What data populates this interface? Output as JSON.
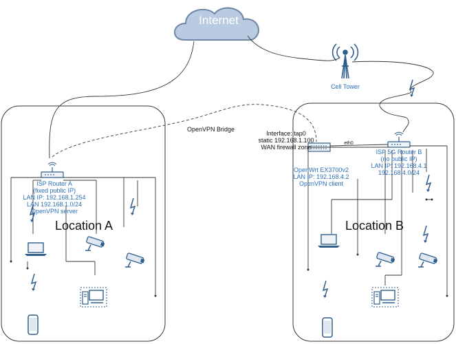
{
  "cloud": {
    "label": "Internet"
  },
  "tower": {
    "label": "Cell Tower"
  },
  "vpn": {
    "label": "OpenVPN Bridge"
  },
  "interface_note": [
    "Interface: tap0",
    "static 192.168.1.100",
    "WAN firewall zone"
  ],
  "eth_label": "eth0",
  "router_a": {
    "lines": [
      "ISP Router A",
      "(fixed public IP)",
      "LAN IP: 192.168.1.254",
      "LAN 192.168.1.0/24",
      "OpenVPN server"
    ]
  },
  "router_b": {
    "lines": [
      "ISP 5G  Router B",
      "(no public IP)",
      "LAN IP: 192.168.4.1",
      "192.168.4.0/24"
    ]
  },
  "openwrt": {
    "lines": [
      "OpenWrt EX3700v2",
      "LAN IP: 192.168.4.2",
      "OpenVPN client"
    ]
  },
  "location_a": {
    "label": "Location A"
  },
  "location_b": {
    "label": "Location B"
  },
  "colors": {
    "cloud": "#b8cbe0",
    "cloud_stroke": "#6d85a3",
    "accent": "#2a6fb8",
    "device": "#2f5d8c"
  }
}
